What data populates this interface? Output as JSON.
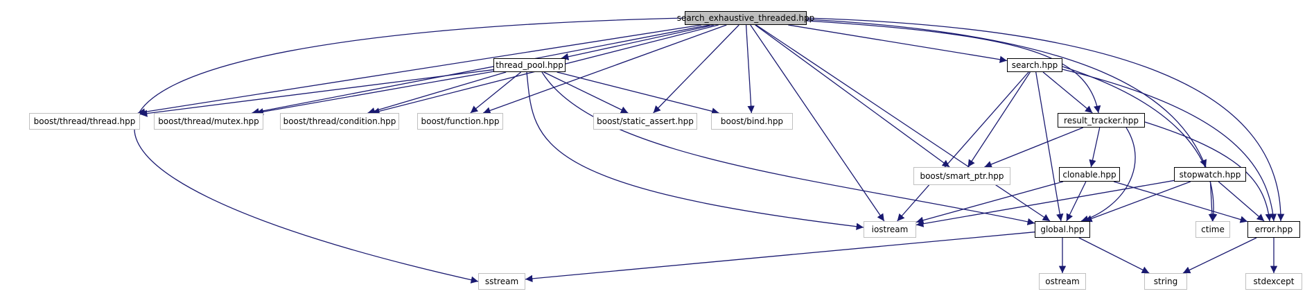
{
  "diagram": {
    "edge_color": "#191970",
    "nodes": [
      {
        "id": "root",
        "label": "search_exhaustive_threaded.hpp",
        "kind": "root"
      },
      {
        "id": "thread_pool",
        "label": "thread_pool.hpp",
        "kind": "local"
      },
      {
        "id": "search",
        "label": "search.hpp",
        "kind": "local"
      },
      {
        "id": "result_tracker",
        "label": "result_tracker.hpp",
        "kind": "local"
      },
      {
        "id": "clonable",
        "label": "clonable.hpp",
        "kind": "local"
      },
      {
        "id": "stopwatch",
        "label": "stopwatch.hpp",
        "kind": "local"
      },
      {
        "id": "global",
        "label": "global.hpp",
        "kind": "local"
      },
      {
        "id": "error",
        "label": "error.hpp",
        "kind": "local"
      },
      {
        "id": "b_thread",
        "label": "boost/thread/thread.hpp",
        "kind": "system"
      },
      {
        "id": "b_mutex",
        "label": "boost/thread/mutex.hpp",
        "kind": "system"
      },
      {
        "id": "b_condition",
        "label": "boost/thread/condition.hpp",
        "kind": "system"
      },
      {
        "id": "b_function",
        "label": "boost/function.hpp",
        "kind": "system"
      },
      {
        "id": "b_static_assert",
        "label": "boost/static_assert.hpp",
        "kind": "system"
      },
      {
        "id": "b_bind",
        "label": "boost/bind.hpp",
        "kind": "system"
      },
      {
        "id": "b_smart_ptr",
        "label": "boost/smart_ptr.hpp",
        "kind": "system"
      },
      {
        "id": "iostream",
        "label": "iostream",
        "kind": "system"
      },
      {
        "id": "ctime",
        "label": "ctime",
        "kind": "system"
      },
      {
        "id": "sstream",
        "label": "sstream",
        "kind": "system"
      },
      {
        "id": "ostream",
        "label": "ostream",
        "kind": "system"
      },
      {
        "id": "string",
        "label": "string",
        "kind": "system"
      },
      {
        "id": "stdexcept",
        "label": "stdexcept",
        "kind": "system"
      }
    ],
    "edges": [
      [
        "root",
        "thread_pool"
      ],
      [
        "root",
        "search"
      ],
      [
        "root",
        "result_tracker"
      ],
      [
        "root",
        "stopwatch"
      ],
      [
        "root",
        "error"
      ],
      [
        "root",
        "global"
      ],
      [
        "root",
        "b_thread"
      ],
      [
        "root",
        "b_mutex"
      ],
      [
        "root",
        "b_condition"
      ],
      [
        "root",
        "b_function"
      ],
      [
        "root",
        "b_static_assert"
      ],
      [
        "root",
        "b_bind"
      ],
      [
        "root",
        "b_smart_ptr"
      ],
      [
        "root",
        "iostream"
      ],
      [
        "root",
        "sstream"
      ],
      [
        "thread_pool",
        "b_thread"
      ],
      [
        "thread_pool",
        "b_mutex"
      ],
      [
        "thread_pool",
        "b_condition"
      ],
      [
        "thread_pool",
        "b_function"
      ],
      [
        "thread_pool",
        "b_static_assert"
      ],
      [
        "thread_pool",
        "b_bind"
      ],
      [
        "thread_pool",
        "iostream"
      ],
      [
        "thread_pool",
        "global"
      ],
      [
        "search",
        "result_tracker"
      ],
      [
        "search",
        "b_smart_ptr"
      ],
      [
        "search",
        "iostream"
      ],
      [
        "search",
        "global"
      ],
      [
        "search",
        "error"
      ],
      [
        "search",
        "ctime"
      ],
      [
        "result_tracker",
        "clonable"
      ],
      [
        "result_tracker",
        "b_smart_ptr"
      ],
      [
        "result_tracker",
        "global"
      ],
      [
        "result_tracker",
        "error"
      ],
      [
        "clonable",
        "iostream"
      ],
      [
        "clonable",
        "global"
      ],
      [
        "clonable",
        "error"
      ],
      [
        "stopwatch",
        "iostream"
      ],
      [
        "stopwatch",
        "global"
      ],
      [
        "stopwatch",
        "ctime"
      ],
      [
        "stopwatch",
        "error"
      ],
      [
        "global",
        "sstream"
      ],
      [
        "global",
        "ostream"
      ],
      [
        "global",
        "string"
      ],
      [
        "error",
        "string"
      ],
      [
        "error",
        "stdexcept"
      ]
    ]
  }
}
